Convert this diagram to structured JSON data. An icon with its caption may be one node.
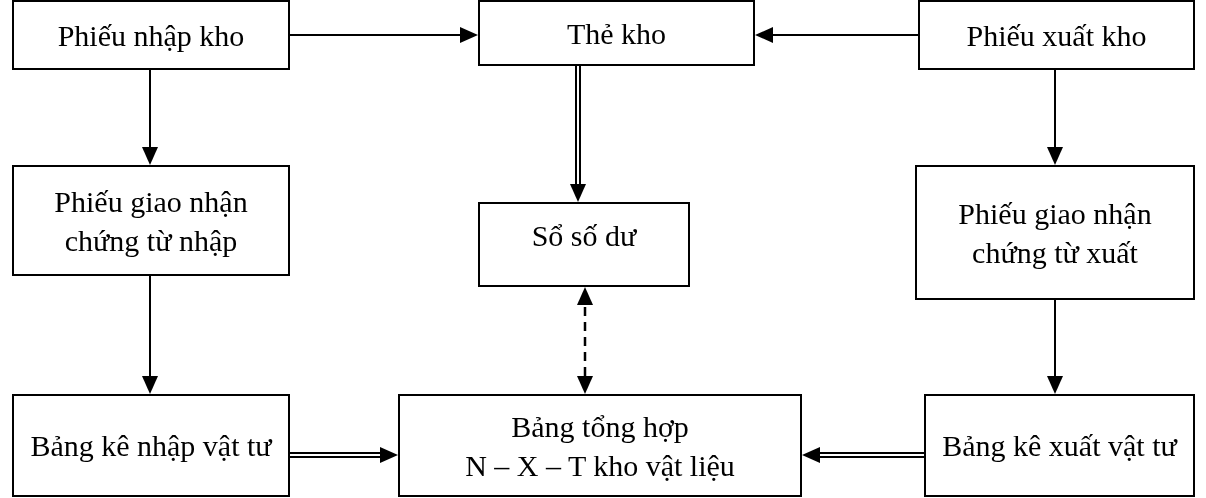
{
  "diagram": {
    "nodes": [
      {
        "text": [
          "Phiếu nhập kho"
        ]
      },
      {
        "text": [
          "Thẻ kho"
        ]
      },
      {
        "text": [
          "Phiếu xuất kho"
        ]
      },
      {
        "text": [
          "Phiếu giao nhận chứng từ nhập"
        ]
      },
      {
        "text": [
          "Sổ số dư"
        ]
      },
      {
        "text": [
          "Phiếu giao nhận chứng từ xuất"
        ]
      },
      {
        "text": [
          "Bảng kê nhập vật tư"
        ]
      },
      {
        "text": [
          "Bảng tổng hợp",
          "N – X – T kho vật liệu"
        ]
      },
      {
        "text": [
          "Bảng kê xuất vật tư"
        ]
      }
    ],
    "edges": [
      {
        "from": 0,
        "to": 1,
        "arrow": "to"
      },
      {
        "from": 2,
        "to": 1,
        "arrow": "to"
      },
      {
        "from": 0,
        "to": 3,
        "arrow": "to"
      },
      {
        "from": 1,
        "to": 4,
        "arrow": "to",
        "style": "thick"
      },
      {
        "from": 2,
        "to": 5,
        "arrow": "to"
      },
      {
        "from": 3,
        "to": 6,
        "arrow": "to"
      },
      {
        "from": 7,
        "to": 4,
        "arrow": "both",
        "style": "dashed"
      },
      {
        "from": 5,
        "to": 8,
        "arrow": "to"
      },
      {
        "from": 6,
        "to": 7,
        "arrow": "to",
        "style": "thick"
      },
      {
        "from": 8,
        "to": 7,
        "arrow": "to",
        "style": "thick"
      }
    ]
  }
}
